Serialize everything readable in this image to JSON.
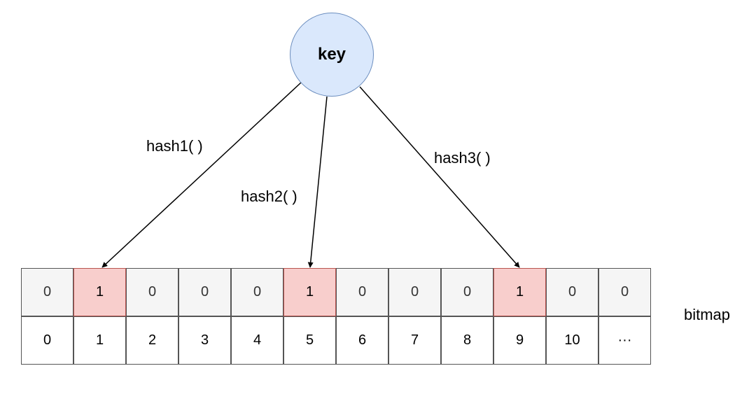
{
  "key": {
    "label": "key"
  },
  "hashes": [
    {
      "label": "hash1( )",
      "target_index": 1
    },
    {
      "label": "hash2( )",
      "target_index": 5
    },
    {
      "label": "hash3( )",
      "target_index": 9
    }
  ],
  "bitmap": {
    "label": "bitmap",
    "bits": [
      "0",
      "1",
      "0",
      "0",
      "0",
      "1",
      "0",
      "0",
      "0",
      "1",
      "0",
      "0"
    ],
    "indices": [
      "0",
      "1",
      "2",
      "3",
      "4",
      "5",
      "6",
      "7",
      "8",
      "9",
      "10",
      "···"
    ]
  },
  "colors": {
    "key_fill": "#dae8fc",
    "key_border": "#6c8ebf",
    "set_bit_fill": "#f8cecc",
    "set_bit_border": "#b85450",
    "bit_fill": "#f5f5f5"
  }
}
